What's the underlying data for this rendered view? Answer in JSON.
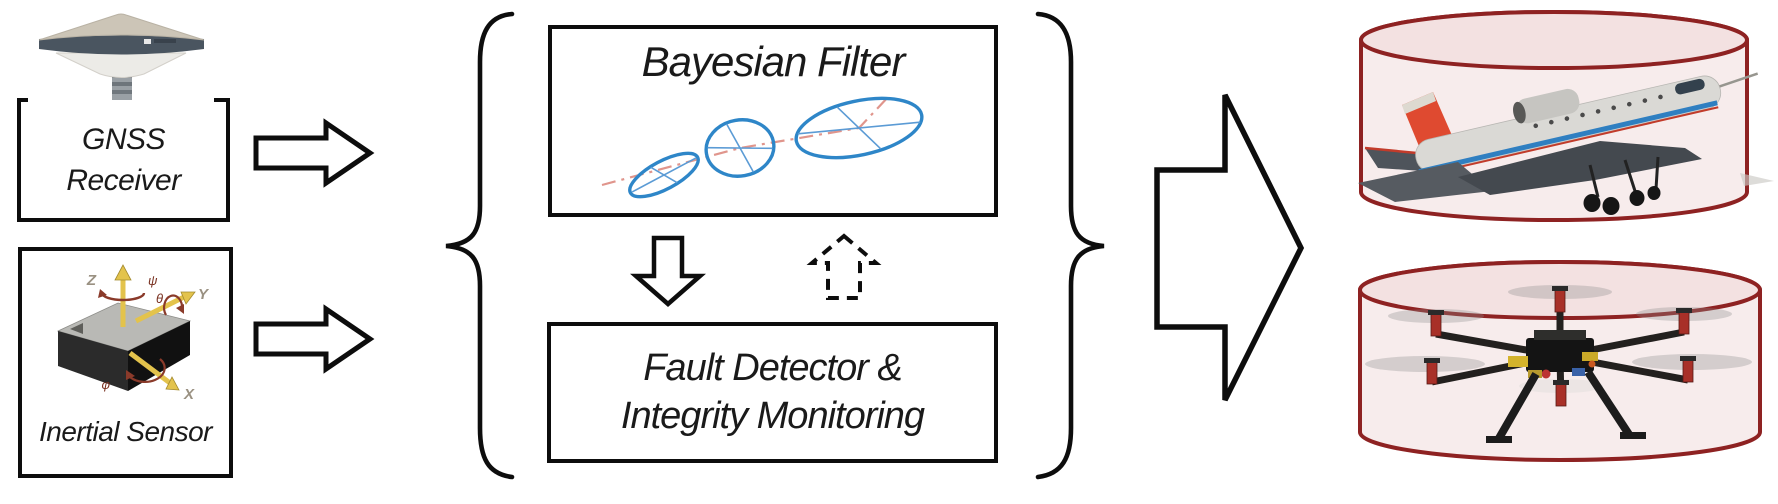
{
  "sensors": {
    "gnss": {
      "label_line1": "GNSS",
      "label_line2": "Receiver",
      "icon": "gnss-antenna-icon"
    },
    "inertial": {
      "label": "Inertial Sensor",
      "icon": "imu-axes-icon",
      "axis_labels": {
        "z": "Z",
        "y": "Y",
        "x": "X",
        "psi": "ψ",
        "theta": "θ",
        "phi": "φ"
      }
    }
  },
  "fusion": {
    "bayesian_filter": {
      "title": "Bayesian Filter",
      "icon": "covariance-ellipses-icon"
    },
    "fault_detector": {
      "label_line1": "Fault Detector &",
      "label_line2": "Integrity Monitoring"
    }
  },
  "outputs": {
    "aircraft": {
      "icon": "airplane-icon"
    },
    "uav": {
      "icon": "hexacopter-drone-icon"
    }
  },
  "colors": {
    "outline_black": "#0d0d0d",
    "ellipse_blue": "#2e86c8",
    "ellipse_axis_blue": "#5b9bd5",
    "trajectory_red": "#e0958c",
    "cylinder_border": "#8e2222",
    "cylinder_fill": "#f7ecec",
    "cylinder_top_fill": "#f3e1e1",
    "aircraft_tail_red": "#df4a30",
    "aircraft_stripe_blue": "#2f7fc1",
    "imu_arrow_yellow": "#e3c34c",
    "imu_rotation_red": "#8a3a2a"
  }
}
